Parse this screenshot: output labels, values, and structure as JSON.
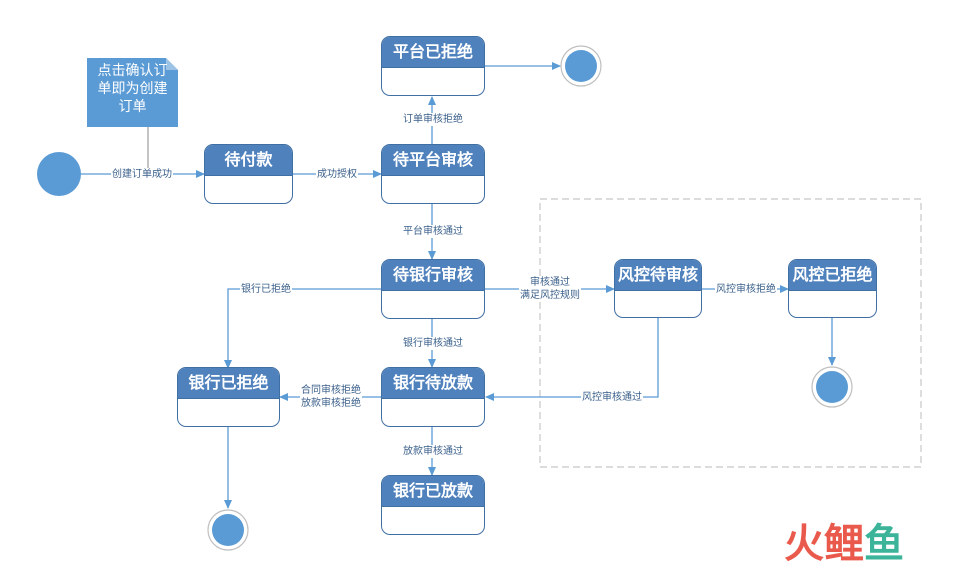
{
  "states": {
    "pending_payment": "待付款",
    "pending_platform_review": "待平台审核",
    "platform_rejected": "平台已拒绝",
    "pending_bank_review": "待银行审核",
    "risk_review": "风控待审核",
    "risk_rejected": "风控已拒绝",
    "bank_rejected": "银行已拒绝",
    "bank_pending_loan": "银行待放款",
    "bank_loaned": "银行已放款"
  },
  "transitions": {
    "create_order_success": "创建订单成功",
    "auth_success": "成功授权",
    "order_review_rejected": "订单审核拒绝",
    "platform_review_passed": "平台审核通过",
    "review_passed_line1": "审核通过",
    "review_passed_line2": "满足风控规则",
    "risk_review_rejected": "风控审核拒绝",
    "bank_rejected": "银行已拒绝",
    "bank_review_passed": "银行审核通过",
    "risk_review_passed": "风控审核通过",
    "contract_rejected": "合同审核拒绝",
    "loan_rejected": "放款审核拒绝",
    "loan_review_passed": "放款审核通过"
  },
  "note": {
    "line1": "点击确认订",
    "line2": "单即为创建",
    "line3": "订单"
  },
  "watermark": {
    "c1": "火",
    "c2": "鲤",
    "c3": "鱼"
  },
  "colors": {
    "state_header": "#4f81bd",
    "state_border": "#3f6fa3",
    "arrow": "#5b9bd5",
    "node": "#5b9bd5",
    "note": "#5b9bd5",
    "frame": "#c8c8c8"
  }
}
